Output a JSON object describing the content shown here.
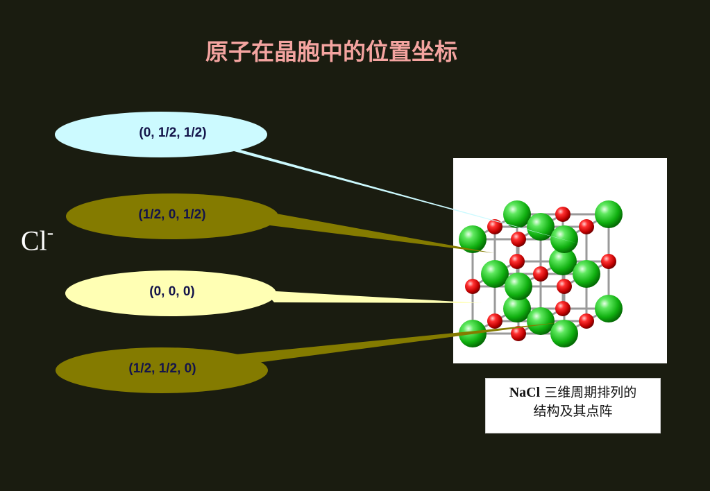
{
  "title": "原子在晶胞中的位置坐标",
  "ion": {
    "symbol": "Cl",
    "charge": "-"
  },
  "callouts": [
    {
      "label": "(0, 1/2, 1/2)",
      "fill": "#ccfaff"
    },
    {
      "label": "(1/2, 0, 1/2)",
      "fill": "#847b00"
    },
    {
      "label": "(0, 0, 0)",
      "fill": "#ffffb4"
    },
    {
      "label": "(1/2, 1/2, 0)",
      "fill": "#847b00"
    }
  ],
  "caption": {
    "formula": "NaCl",
    "line1": "三维周期排列的",
    "line2": "结构及其点阵"
  },
  "colors": {
    "background": "#1a1c10",
    "title": "#f4a4a0",
    "cl_atom": "#1ec81e",
    "na_atom": "#dd0000",
    "bond": "#9a9a9a"
  }
}
